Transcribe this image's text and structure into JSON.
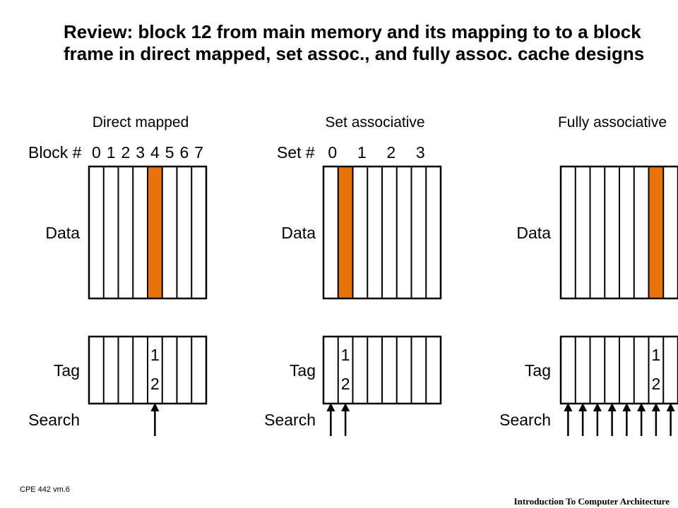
{
  "title": "Review: block 12 from main memory and its mapping to to a block frame in direct mapped, set assoc., and fully assoc. cache designs",
  "footer": {
    "left": "CPE 442  vm.6",
    "right": "Introduction To Computer Architecture"
  },
  "colors": {
    "highlight": "#E8720C",
    "stroke": "#000000"
  },
  "tag_value_digits": [
    "1",
    "2"
  ],
  "panels": [
    {
      "id": "direct",
      "header": "Direct mapped",
      "index_label": "Block #",
      "index_values": [
        "0",
        "1",
        "2",
        "3",
        "4",
        "5",
        "6",
        "7"
      ],
      "data_label": "Data",
      "tag_label": "Tag",
      "search_label": "Search",
      "columns": 8,
      "highlight_column": 4,
      "search_arrow_columns": [
        4
      ]
    },
    {
      "id": "set",
      "header": "Set associative",
      "index_label": "Set #",
      "index_values": [
        "0",
        "1",
        "2",
        "3"
      ],
      "data_label": "Data",
      "tag_label": "Tag",
      "search_label": "Search",
      "columns": 8,
      "highlight_column": 1,
      "search_arrow_columns": [
        0,
        1
      ]
    },
    {
      "id": "fully",
      "header": "Fully associative",
      "index_label": "",
      "index_values": [],
      "data_label": "Data",
      "tag_label": "Tag",
      "search_label": "Search",
      "columns": 8,
      "highlight_column": 6,
      "search_arrow_columns": [
        0,
        1,
        2,
        3,
        4,
        5,
        6,
        7
      ]
    }
  ]
}
